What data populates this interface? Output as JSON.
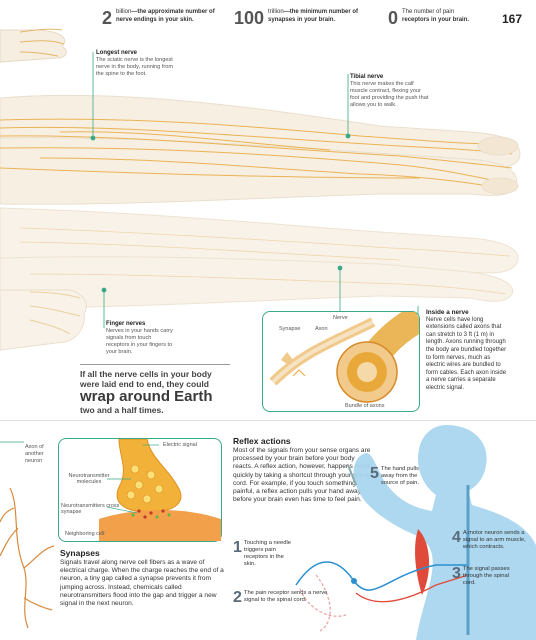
{
  "header": {
    "stat1": {
      "number": "2",
      "text_pre": "billion",
      "text_bold": "—the approximate number of nerve endings in your skin."
    },
    "stat2": {
      "number": "100",
      "text_pre": "trillion",
      "text_bold": "—the minimum number of synapses in your brain."
    },
    "stat3": {
      "number": "0",
      "text_pre": "The number of pain",
      "text_bold": "receptors in your brain."
    },
    "page_number": "167"
  },
  "notes": {
    "longest": {
      "title": "Longest nerve",
      "body": "The sciatic nerve is the longest nerve in the body, running from the spine to the foot."
    },
    "tibial": {
      "title": "Tibial nerve",
      "body": "This nerve makes the calf muscle contract, flexing your foot and providing the push that allows you to walk."
    },
    "finger": {
      "title": "Finger nerves",
      "body": "Nerves in your hands carry signals from touch receptors in your fingers to your brain."
    },
    "inside": {
      "title": "Inside a nerve",
      "body": "Nerve cells have long extensions called axons that can stretch to 3 ft (1 m) in length. Axons running through the body are bundled together to form nerves, much as electric wires are bundled to form cables. Each axon inside a nerve carries a separate electric signal."
    }
  },
  "wrap": {
    "line1": "If all the nerve cells in your body were laid end to end, they could",
    "big": "wrap around Earth",
    "line3": "two and a half times."
  },
  "nerve_inset": {
    "synapse": "Synapse",
    "axon": "Axon",
    "nerve": "Nerve",
    "bundle": "Bundle of axons"
  },
  "synapse_inset": {
    "axon_other": "Axon of another neuron",
    "electric": "Electric signal",
    "nt_molecules": "Neurotransmitter molecules",
    "nt_cross": "Neurotransmitters cross synapse",
    "neighboring": "Neighboring cell"
  },
  "synapses": {
    "title": "Synapses",
    "body": "Signals travel along nerve cell fibers as a wave of electrical charge. When the charge reaches the end of a neuron, a tiny gap called a synapse prevents it from jumping across. Instead, chemicals called neurotransmitters flood into the gap and trigger a new signal in the next neuron."
  },
  "reflex": {
    "title": "Reflex actions",
    "body": "Most of the signals from your sense organs are processed by your brain before your body reacts. A reflex action, however, happens more quickly by taking a shortcut through your spinal cord. For example, if you touch something painful, a reflex action pulls your hand away before your brain even has time to feel pain."
  },
  "steps": [
    {
      "n": "1",
      "text": "Touching a needle triggers pain receptors in the skin."
    },
    {
      "n": "2",
      "text": "The pain receptor sends a nerve signal to the spinal cord."
    },
    {
      "n": "3",
      "text": "The signal passes through the spinal cord."
    },
    {
      "n": "4",
      "text": "A motor neuron sends a signal to an arm muscle, which contracts."
    },
    {
      "n": "5",
      "text": "The hand pulls away from the source of pain."
    }
  ],
  "colors": {
    "accent": "#3aa98a",
    "nerve": "#e8a93a",
    "skin": "#f7eee2",
    "body_blue": "#a9d6ee",
    "signal_blue": "#2a8fd0"
  }
}
